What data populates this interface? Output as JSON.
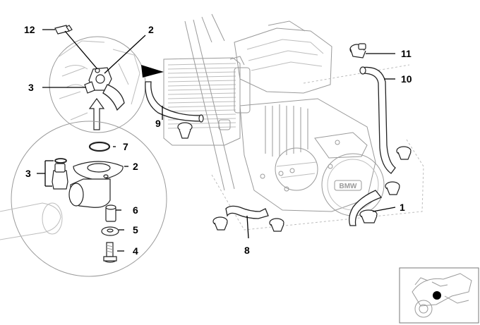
{
  "diagram": {
    "callouts": [
      {
        "id": "12",
        "label": "12"
      },
      {
        "id": "2a",
        "label": "2"
      },
      {
        "id": "3a",
        "label": "3"
      },
      {
        "id": "7",
        "label": "7"
      },
      {
        "id": "2b",
        "label": "2"
      },
      {
        "id": "3b",
        "label": "3"
      },
      {
        "id": "6",
        "label": "6"
      },
      {
        "id": "5",
        "label": "5"
      },
      {
        "id": "4",
        "label": "4"
      },
      {
        "id": "9",
        "label": "9"
      },
      {
        "id": "11",
        "label": "11"
      },
      {
        "id": "10",
        "label": "10"
      },
      {
        "id": "1",
        "label": "1"
      },
      {
        "id": "8",
        "label": "8"
      }
    ],
    "engine_logo": "BMW",
    "colors": {
      "line": "#000000",
      "ghost": "#bdbdbd",
      "marker": "#000000"
    }
  }
}
